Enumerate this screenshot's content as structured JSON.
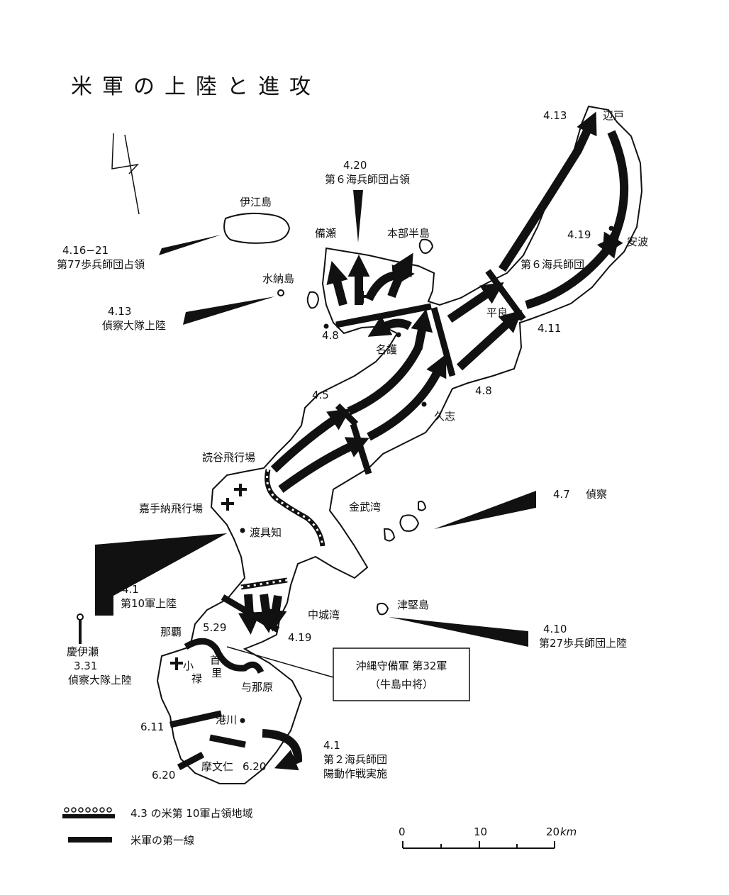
{
  "title": "米軍の上陸と進攻",
  "places": {
    "hedo": "辺戸",
    "aha": "安波",
    "motobu": "本部半島",
    "bise": "備瀬",
    "iejima": "伊江島",
    "minna": "水納島",
    "nago": "名護",
    "taira": "平良",
    "kushi": "久志",
    "yomitan": "読谷飛行場",
    "kadena": "嘉手納飛行場",
    "kin_bay": "金武湾",
    "toguchi": "渡具知",
    "tsuken": "津堅島",
    "nakagusuku": "中城湾",
    "naha": "那覇",
    "shuri_1": "首",
    "shuri_2": "里",
    "oroku_1": "小",
    "oroku_2": "禄",
    "yonabaru": "与那原",
    "minatogawa": "港川",
    "mabuni": "摩文仁",
    "keise": "慶伊瀬"
  },
  "events": {
    "hedo_date": "4.13",
    "aha_date": "4.19",
    "sixth_div": "第６海兵師団",
    "date_411": "4.11",
    "motobu_date": "4.20",
    "motobu_text": "第６海兵師団占領",
    "iejima_date": "4.16−21",
    "iejima_text": "第77歩兵師団占領",
    "minna_date": "4.13",
    "minna_text": "偵察大隊上陸",
    "date_48a": "4.8",
    "date_48b": "4.8",
    "date_45": "4.5",
    "recon_date": "4.7",
    "recon_text": "偵察",
    "landing_date": "4.1",
    "landing_text": "第10軍上陸",
    "keise_date": "3.31",
    "keise_text": "偵察大隊上陸",
    "tsuken_date": "4.10",
    "tsuken_text": "第27歩兵師団上陸",
    "date_529": "5.29",
    "date_419": "4.19",
    "date_611": "6.11",
    "date_620a": "6.20",
    "date_620b": "6.20",
    "feint_date": "4.1",
    "feint_text_1": "第２海兵師団",
    "feint_text_2": "陽動作戦実施"
  },
  "hq_box": {
    "line1": "沖縄守備軍 第32軍",
    "line2": "（牛島中将）"
  },
  "legend": {
    "occupied": "4.3 の米第 10軍占領地域",
    "frontline": "米軍の第一線"
  },
  "scale": {
    "zero": "0",
    "ten": "10",
    "twenty": "20",
    "unit": "km"
  },
  "north_arrow": "north-arrow"
}
